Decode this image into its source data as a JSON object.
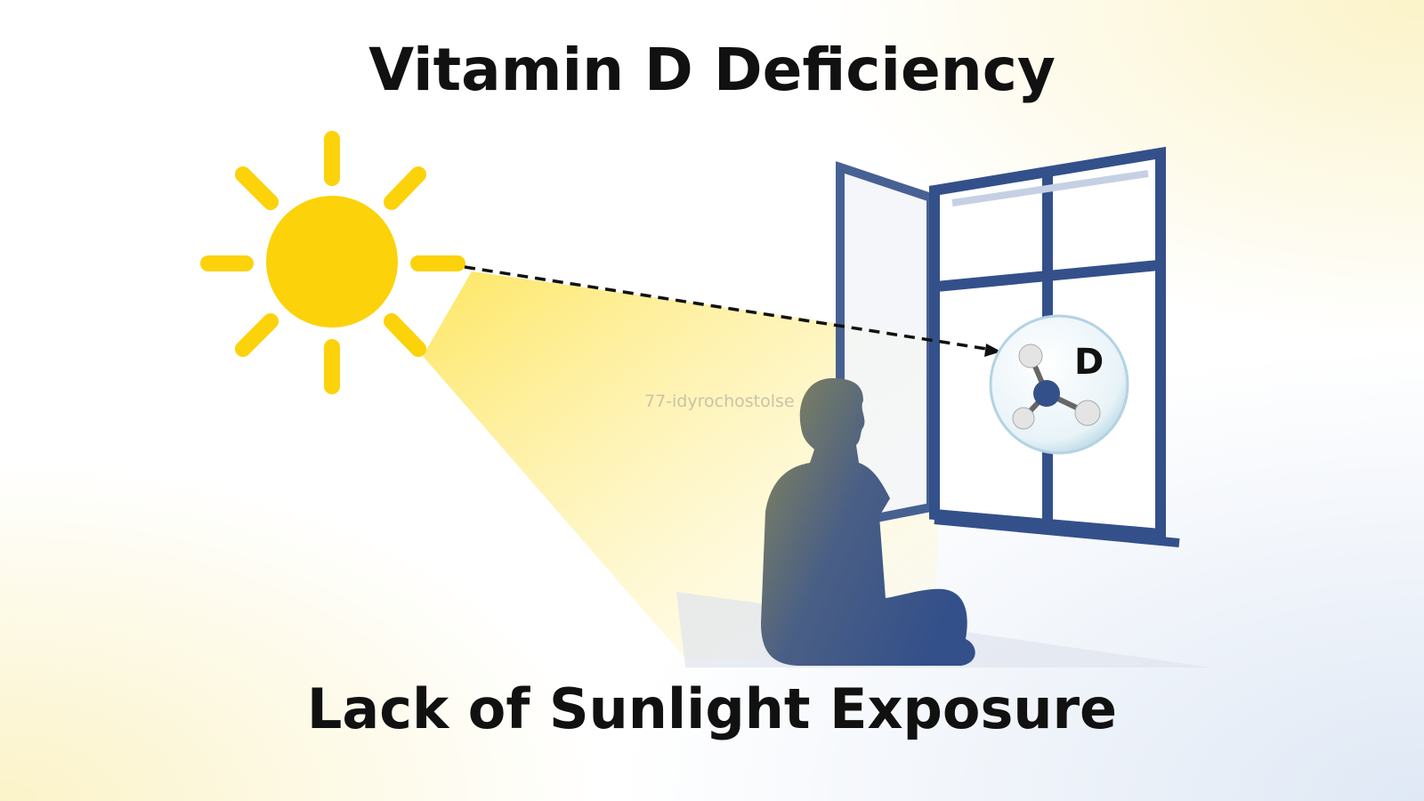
{
  "title": "Vitamin D Deficiency",
  "subtitle": "Lack of Sunlight Exposure",
  "molecule_label": "D",
  "faint_text": "77-idyrochostolse",
  "colors": {
    "sun": "#fcd20a",
    "window": "#34508a",
    "person": "#3a5589",
    "text": "#111111"
  }
}
